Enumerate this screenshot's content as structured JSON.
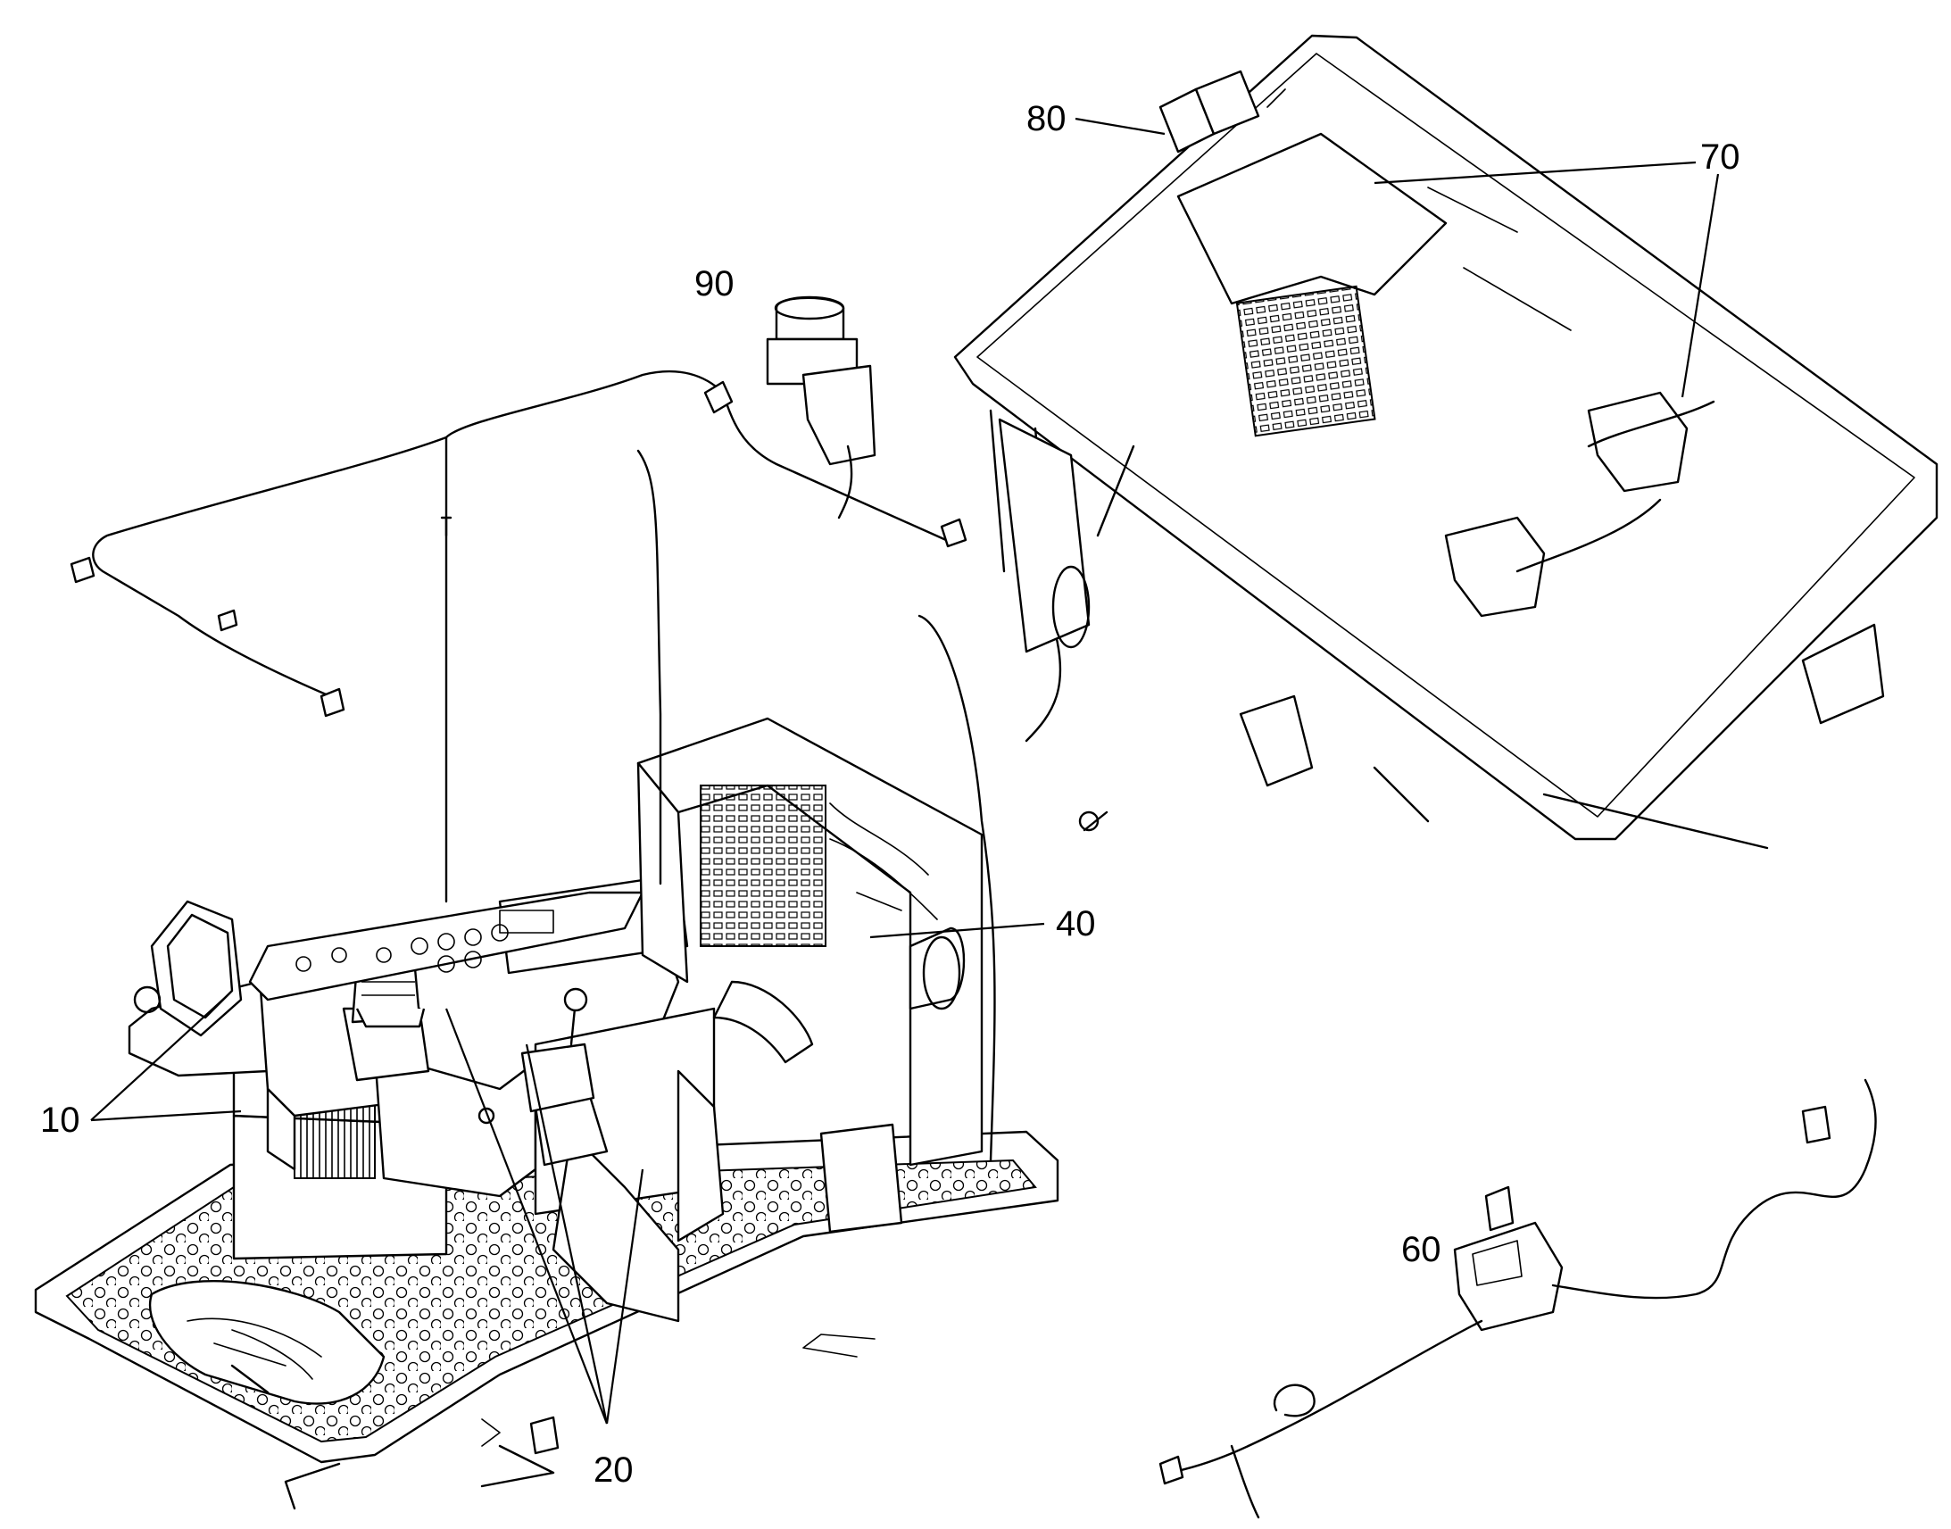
{
  "callouts": {
    "c10": "10",
    "c20": "20",
    "c40": "40",
    "c60": "60",
    "c70": "70",
    "c80": "80",
    "c90": "90"
  },
  "colors": {
    "ink": "#000000",
    "paper": "#ffffff"
  }
}
